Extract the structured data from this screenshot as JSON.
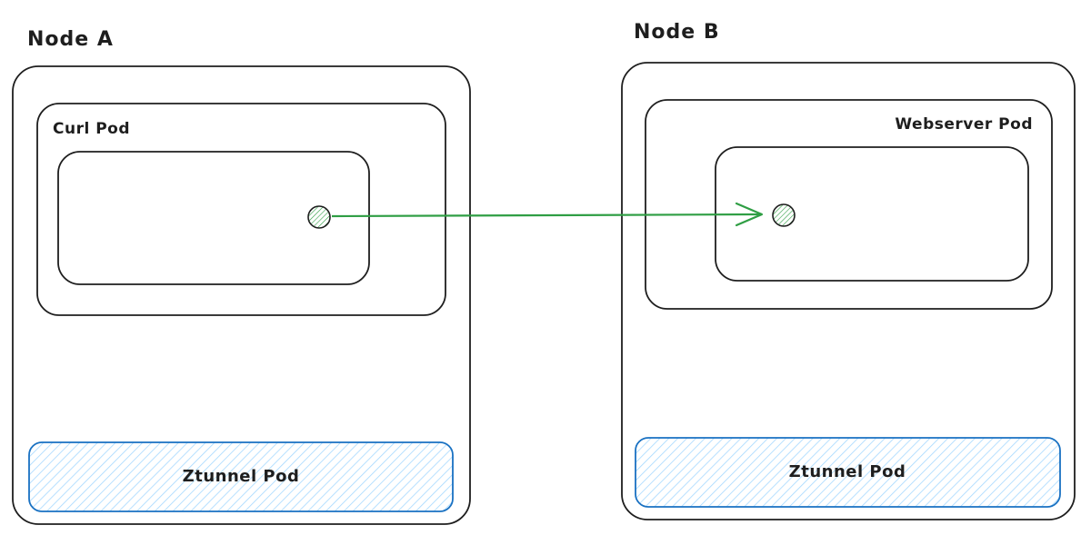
{
  "colors": {
    "stroke": "#1e1e1e",
    "ztunnel_stroke": "#1971c2",
    "ztunnel_hatch": "#a5d8ff",
    "connection": "#2f9e44",
    "endpoint_stroke": "#1e1e1e",
    "endpoint_hatch": "#2f9e44"
  },
  "node_a": {
    "label": "Node A",
    "pod_label": "Curl Pod",
    "ztunnel_label": "Ztunnel Pod"
  },
  "node_b": {
    "label": "Node B",
    "pod_label": "Webserver Pod",
    "ztunnel_label": "Ztunnel Pod"
  },
  "connection": {
    "from": "Curl Pod",
    "to": "Webserver Pod"
  }
}
